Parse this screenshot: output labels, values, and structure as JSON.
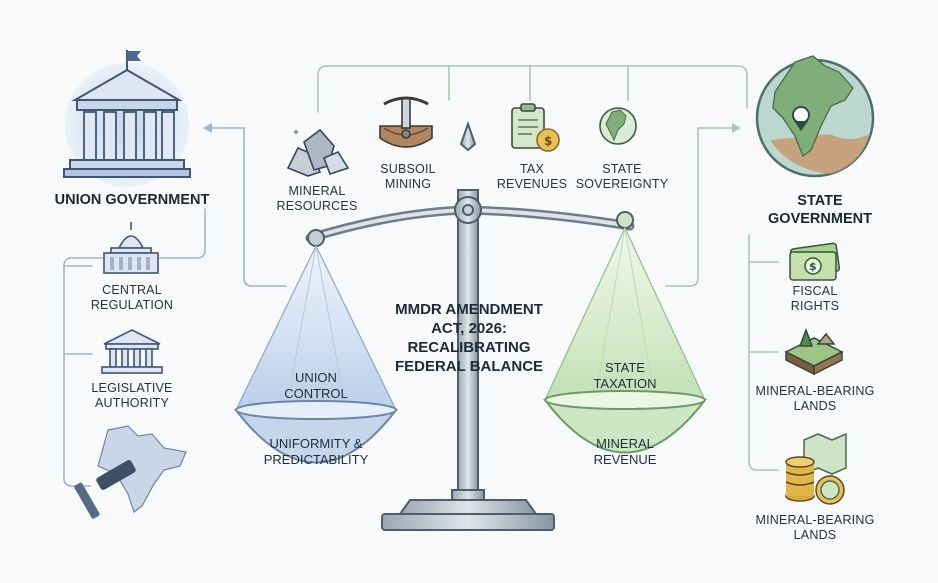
{
  "title_lines": [
    "MMDR AMENDMENT",
    "ACT, 2026:",
    "RECALIBRATING",
    "FEDERAL BALANCE"
  ],
  "union": {
    "heading": "UNION GOVERNMENT",
    "items": [
      {
        "lines": [
          "CENTRAL",
          "REGULATION"
        ]
      },
      {
        "lines": [
          "LEGISLATIVE",
          "AUTHORITY"
        ]
      }
    ]
  },
  "state": {
    "heading_lines": [
      "STATE",
      "GOVERNMENT"
    ],
    "items": [
      {
        "lines": [
          "FISCAL",
          "RIGHTS"
        ]
      },
      {
        "lines": [
          "MINERAL-BEARING",
          "LANDS"
        ]
      },
      {
        "lines": [
          "MINERAL-BEARING",
          "LANDS"
        ]
      }
    ]
  },
  "top_items": [
    {
      "lines": [
        "MINERAL",
        "RESOURCES"
      ]
    },
    {
      "lines": [
        "SUBSOIL",
        "MINING"
      ]
    },
    {
      "lines": [
        "TAX",
        "REVENUES"
      ]
    },
    {
      "lines": [
        "STATE",
        "SOVEREIGNTY"
      ]
    }
  ],
  "left_pan": {
    "upper": [
      "UNION",
      "CONTROL"
    ],
    "lower": [
      "UNIFORMITY &",
      "PREDICTABILITY"
    ]
  },
  "right_pan": {
    "upper": [
      "STATE",
      "TAXATION"
    ],
    "lower": [
      "MINERAL",
      "REVENUE"
    ]
  },
  "colors": {
    "union_blue": "#c9d9ee",
    "state_green": "#cfe6c6",
    "connector": "#9cc3a0",
    "steel": "#8d9aa8"
  }
}
